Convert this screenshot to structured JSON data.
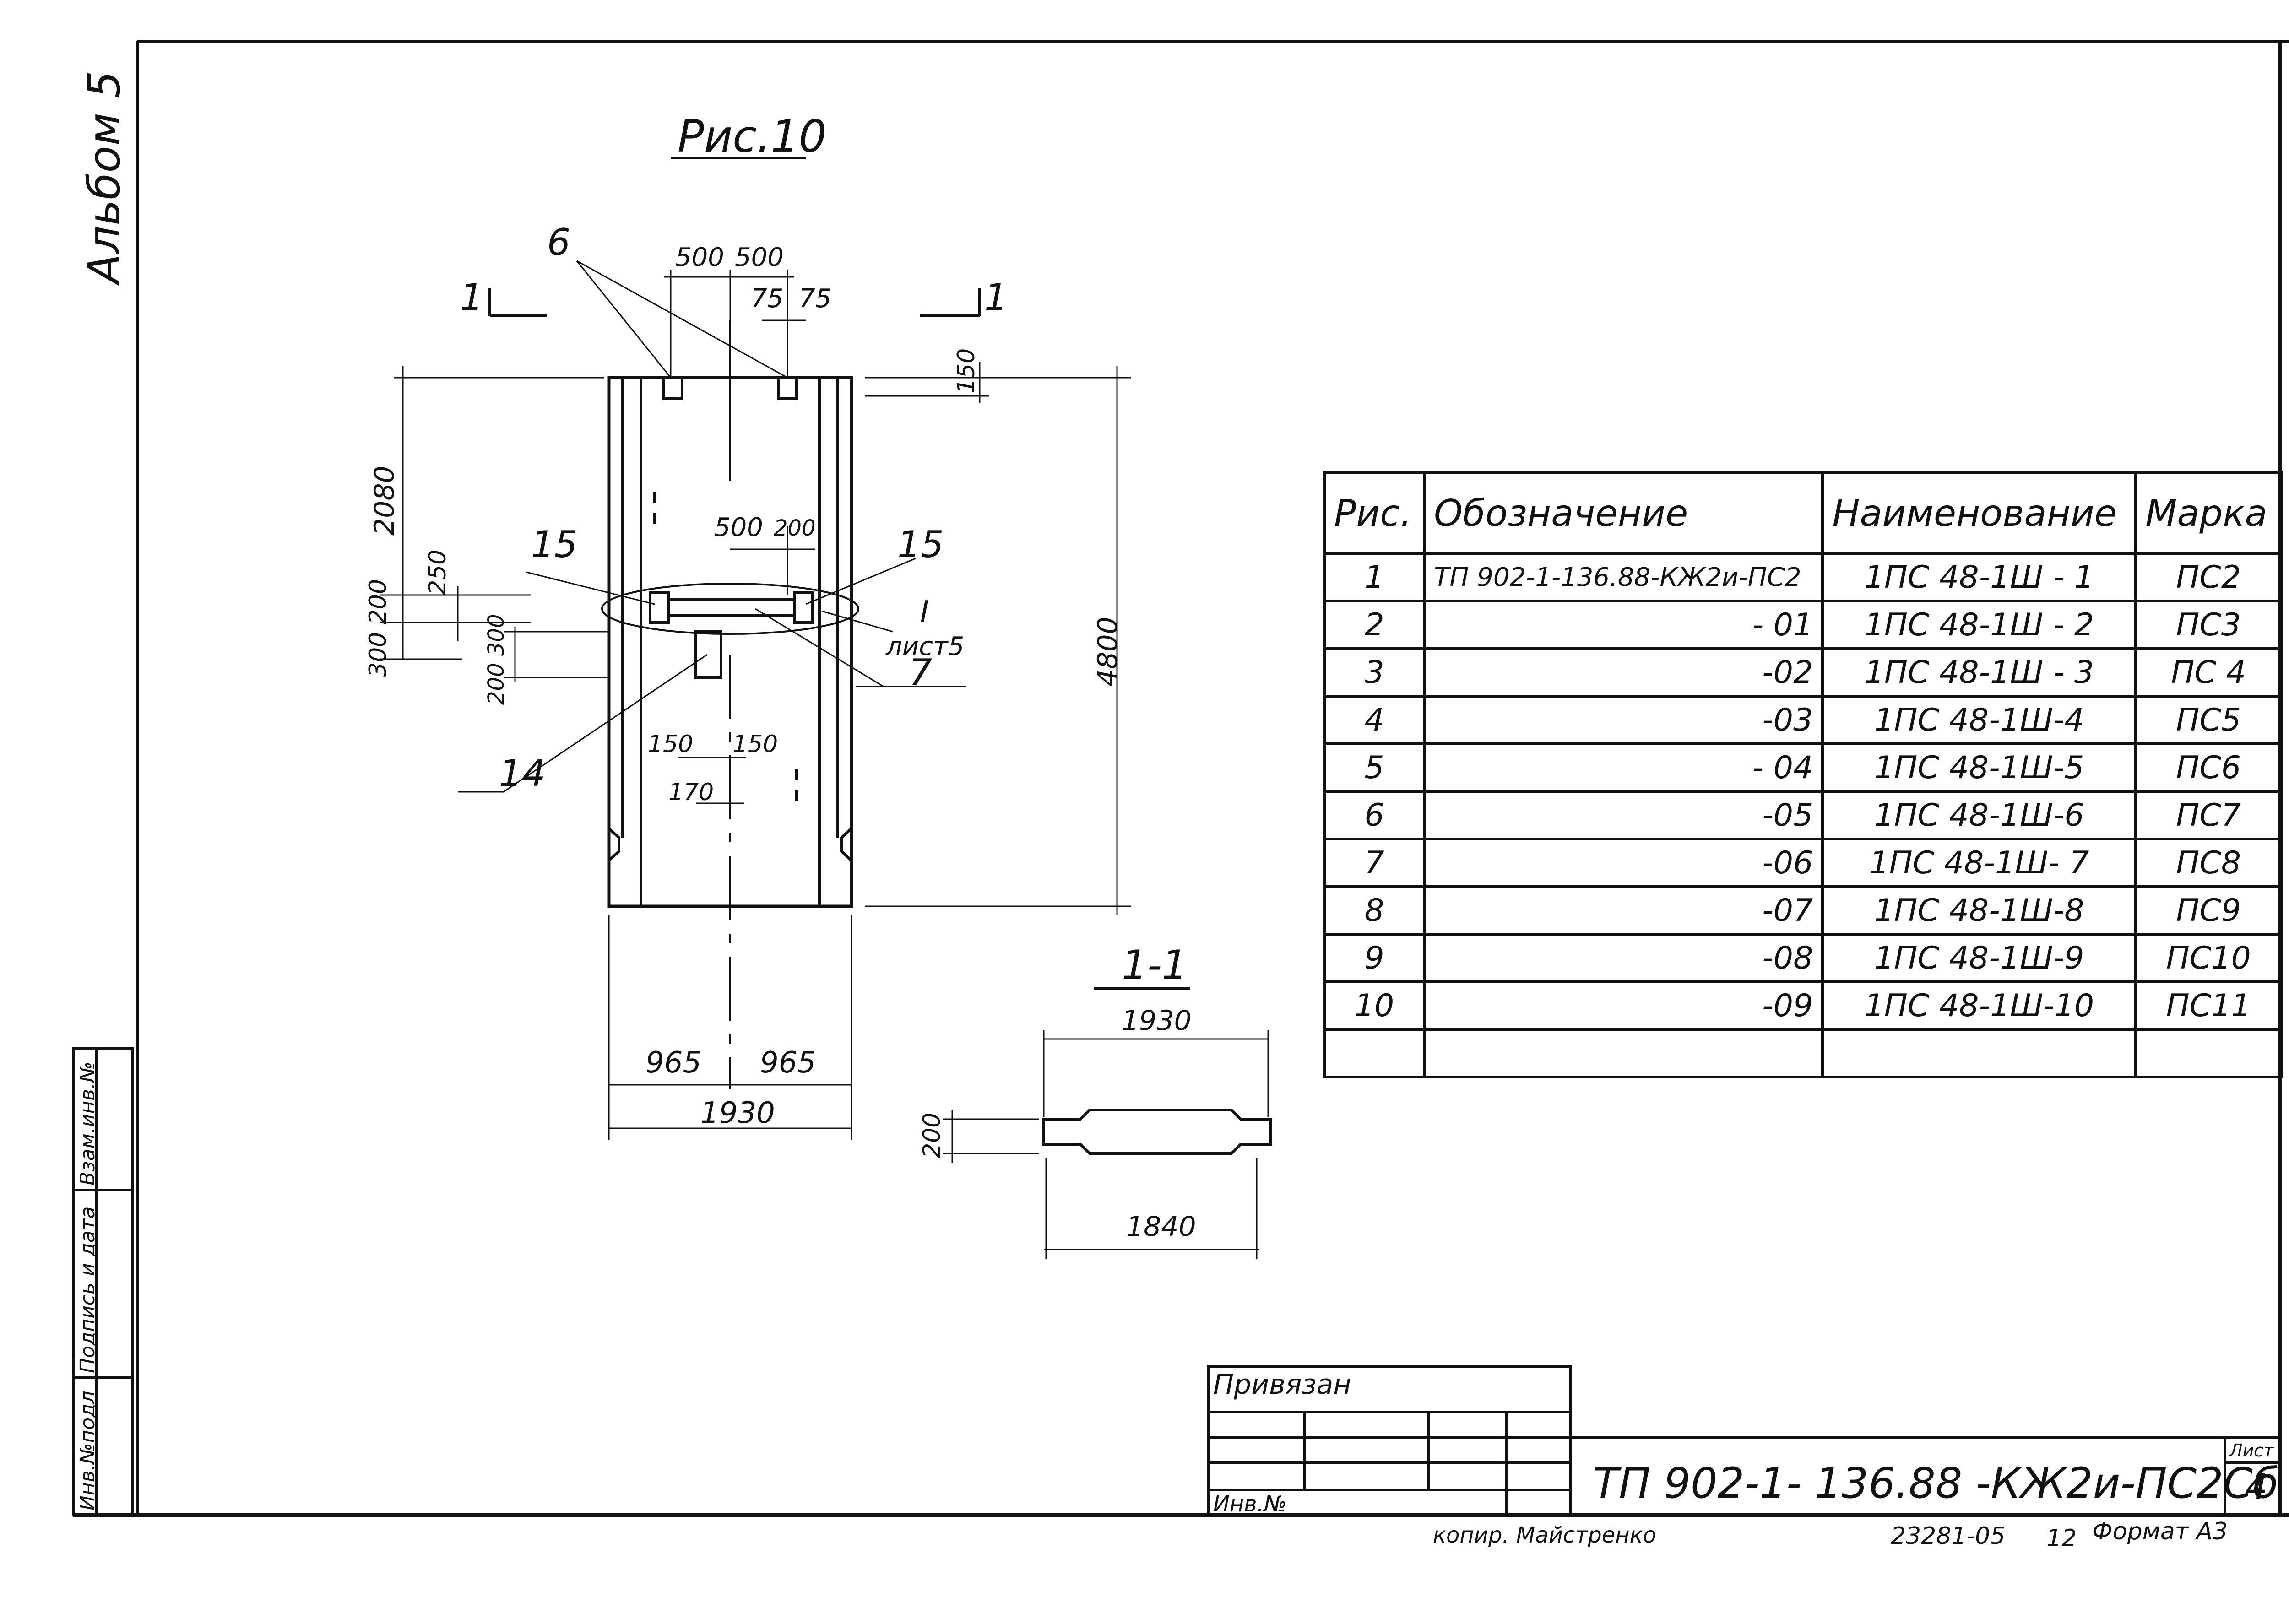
{
  "album": "Альбом 5",
  "figure_title": "Рис.10",
  "section_label": "1-1",
  "section_mark": "1",
  "dimensions": {
    "top_500_left": "500",
    "top_500_right": "500",
    "top_75_left": "75",
    "top_75_right": "75",
    "d150_top": "150",
    "d2080": "2080",
    "d250": "250",
    "d300_200_left": "300 200",
    "d200_300": "200 300",
    "mid_500": "500",
    "mid_200": "200",
    "d4800": "4800",
    "d150_left": "150",
    "d150_right": "150",
    "d170": "170",
    "b965_left": "965",
    "b965_right": "965",
    "b1930": "1930",
    "s1930": "1930",
    "s200": "200",
    "s1840": "1840"
  },
  "callouts": {
    "c6": "6",
    "c15_left": "15",
    "c15_right": "15",
    "c7": "7",
    "c14": "14",
    "node_ref": "I",
    "node_sheet": "лист5"
  },
  "spec_table": {
    "headers": [
      "Рис.",
      "Обозначение",
      "Наименование",
      "Марка"
    ],
    "rows": [
      [
        "1",
        "ТП 902-1-136.88-КЖ2и-ПС2",
        "1ПС 48-1Ш - 1",
        "ПС2"
      ],
      [
        "2",
        "- 01",
        "1ПС 48-1Ш - 2",
        "ПС3"
      ],
      [
        "3",
        "-02",
        "1ПС 48-1Ш - 3",
        "ПС 4"
      ],
      [
        "4",
        "-03",
        "1ПС 48-1Ш-4",
        "ПС5"
      ],
      [
        "5",
        "- 04",
        "1ПС 48-1Ш-5",
        "ПС6"
      ],
      [
        "6",
        "-05",
        "1ПС 48-1Ш-6",
        "ПС7"
      ],
      [
        "7",
        "-06",
        "1ПС 48-1Ш- 7",
        "ПС8"
      ],
      [
        "8",
        "-07",
        "1ПС 48-1Ш-8",
        "ПС9"
      ],
      [
        "9",
        "-08",
        "1ПС 48-1Ш-9",
        "ПС10"
      ],
      [
        "10",
        "-09",
        "1ПС 48-1Ш-10",
        "ПС11"
      ],
      [
        "",
        "",
        "",
        ""
      ]
    ]
  },
  "left_strip": {
    "inv_podl": "Инв.№подл",
    "signature_date": "Подпись и дата",
    "vzam_inv": "Взам.инв.№"
  },
  "stamp": {
    "privyazan": "Привязан",
    "inv_no": "Инв.№",
    "doc_code": "ТП 902-1- 136.88 -КЖ2и-ПС2Сб",
    "sheet_label": "Лист",
    "sheet_no": "4"
  },
  "footer": {
    "copied_by": "копир. Майстренко",
    "order_no": "23281-05",
    "num": "12",
    "format": "Формат А3"
  }
}
